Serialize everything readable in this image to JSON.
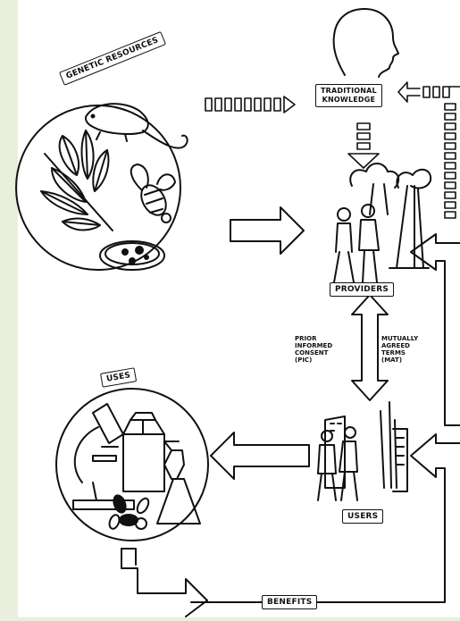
{
  "labels": {
    "genetic_resources": "GENETIC RESOURCES",
    "traditional_knowledge": "TRADITIONAL\nKNOWLEDGE",
    "providers": "PROVIDERS",
    "uses": "USES",
    "users": "USERS",
    "benefits": "BENEFITS",
    "pic": "PRIOR\nINFORMED\nCONSENT\n(PIC)",
    "mat": "MUTUALLY\nAGREED\nTERMS\n(MAT)"
  },
  "colors": {
    "page_background": "#e9efdc",
    "canvas": "#ffffff",
    "ink": "#111111"
  }
}
